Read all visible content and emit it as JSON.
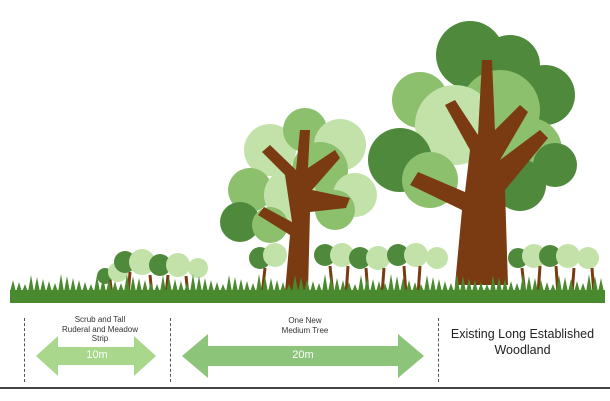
{
  "zones": [
    {
      "label_lines": [
        "Scrub and Tall",
        "Ruderal and Meadow",
        "Strip"
      ],
      "width_label": "10m"
    },
    {
      "label_lines": [
        "One New",
        "Medium Tree"
      ],
      "width_label": "20m"
    },
    {
      "label_lines": [
        "Existing Long Established",
        "Woodland"
      ]
    }
  ],
  "colors": {
    "trunk": "#7a3b12",
    "foliage_dark": "#4f8a3c",
    "foliage_mid": "#8cc06c",
    "foliage_light": "#c3e2a9",
    "grass": "#4a8a2f",
    "arrow_light": "#a9d78b",
    "arrow_mid": "#8cc47a"
  }
}
